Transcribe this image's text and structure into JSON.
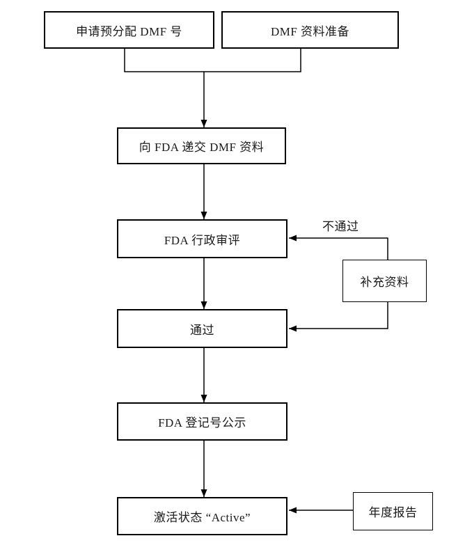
{
  "diagram": {
    "title": "DMF FDA registration process flowchart",
    "nodes": {
      "apply_dmf": {
        "label": "申请预分配 DMF 号"
      },
      "prepare": {
        "label": "DMF 资料准备"
      },
      "submit": {
        "label": "向 FDA 递交 DMF 资料"
      },
      "review": {
        "label": "FDA 行政审评"
      },
      "supplement": {
        "label": "补充资料"
      },
      "pass": {
        "label": "通过"
      },
      "publish": {
        "label": "FDA 登记号公示"
      },
      "active": {
        "label": "激活状态 “Active”"
      },
      "annual": {
        "label": "年度报告"
      }
    },
    "edge_labels": {
      "fail": "不通过"
    },
    "colors": {
      "line": "#000000",
      "text": "#1a1a1a",
      "background": "#ffffff"
    }
  }
}
